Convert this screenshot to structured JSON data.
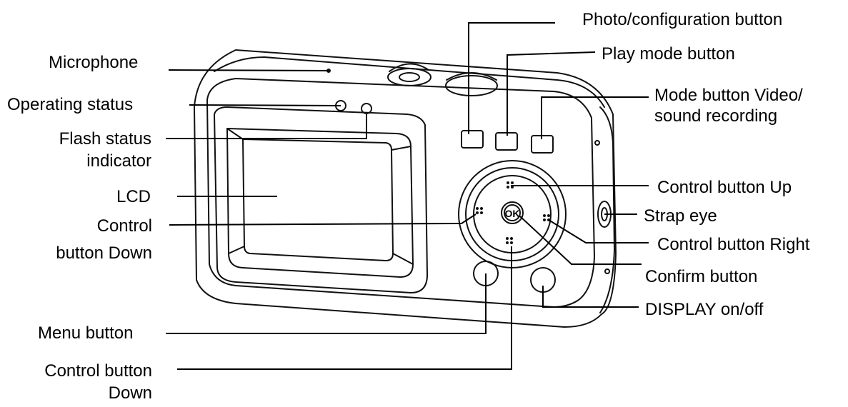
{
  "diagram": {
    "labels": {
      "microphone": "Microphone",
      "operating_status": "Operating status",
      "flash_status_line1": "Flash status",
      "flash_status_line2": "indicator",
      "lcd": "LCD",
      "control_down_left_line1": "Control",
      "control_down_left_line2": "button Down",
      "menu_button": "Menu button",
      "control_down_bottom_line1": "Control button",
      "control_down_bottom_line2": "Down",
      "photo_config_button": "Photo/configuration button",
      "play_mode_button": "Play mode button",
      "mode_button_line1": "Mode button Video/",
      "mode_button_line2": "sound recording",
      "control_up": "Control button Up",
      "strap_eye": "Strap eye",
      "control_right": "Control button Right",
      "confirm_button": "Confirm button",
      "display_onoff": "DISPLAY on/off",
      "ok_text": "OK"
    },
    "colors": {
      "line": "#000000",
      "background": "#ffffff"
    }
  }
}
